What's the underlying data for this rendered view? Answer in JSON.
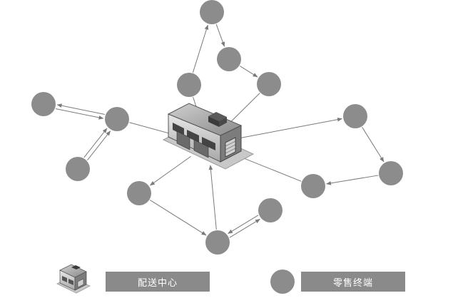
{
  "legend": {
    "distribution_center_label": "配送中心",
    "retail_terminal_label": "零售终端"
  },
  "colors": {
    "node_fill": "#8c8c8c",
    "edge": "#7a7a7a",
    "legend_box": "#8a8a8a",
    "building_dark": "#3f3f3f",
    "building_mid": "#9c9c9c",
    "building_light": "#d9d9d9"
  },
  "diagram": {
    "nodes": [
      "r1",
      "r2",
      "r3",
      "r4",
      "r5",
      "r6",
      "r7",
      "r8",
      "r9",
      "r10",
      "r11",
      "r12",
      "r13",
      "dc"
    ],
    "edges": [
      [
        "r1",
        "r2"
      ],
      [
        "r2",
        "r3"
      ],
      [
        "r3",
        "dc"
      ],
      [
        "r4",
        "r1"
      ],
      [
        "r4",
        "dc"
      ],
      [
        "r5",
        "r6"
      ],
      [
        "r6",
        "r5"
      ],
      [
        "r6",
        "dc"
      ],
      [
        "r7",
        "r6"
      ],
      [
        "r7",
        "r6"
      ],
      [
        "dc",
        "r8"
      ],
      [
        "r8",
        "r9"
      ],
      [
        "r9",
        "r10"
      ],
      [
        "r10",
        "dc"
      ],
      [
        "dc",
        "r11"
      ],
      [
        "r11",
        "r12"
      ],
      [
        "r12",
        "dc"
      ],
      [
        "r12",
        "r13"
      ],
      [
        "r13",
        "r12"
      ]
    ]
  }
}
